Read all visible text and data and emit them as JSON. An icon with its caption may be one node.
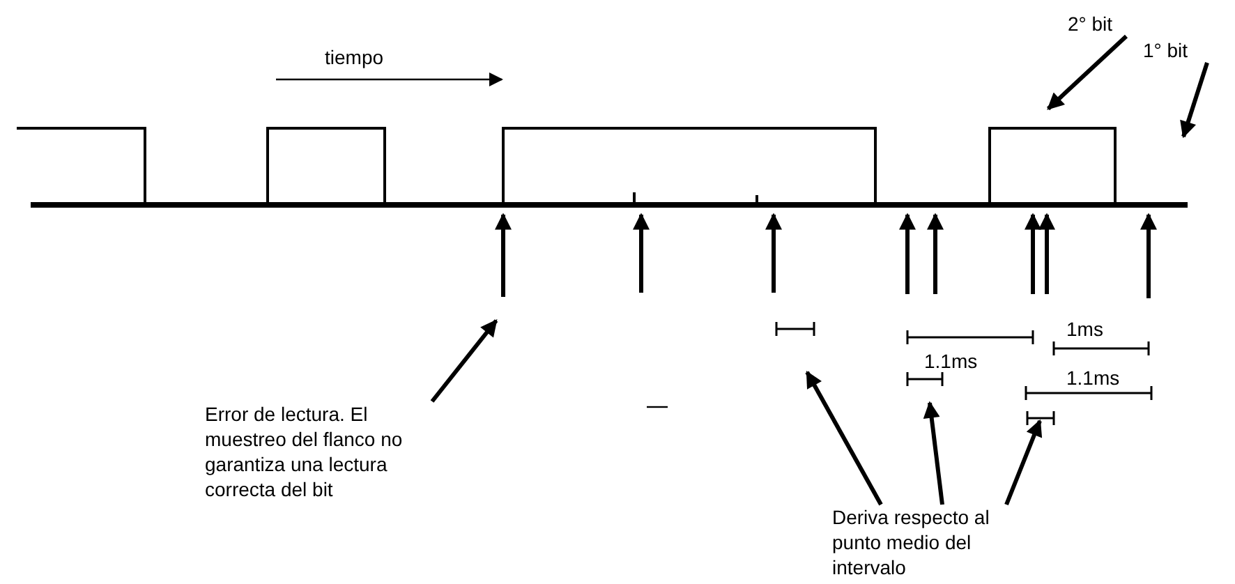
{
  "diagram": {
    "nodes": [
      {
        "text": [
          "2° bit"
        ]
      },
      {
        "text": [
          "1° bit"
        ]
      },
      {
        "text": [
          "Error de lectura. El muestreo del flanco no garantiza una lectura correcta del bit"
        ]
      },
      {
        "text": [
          "Deriva respecto al punto medio del intervalo"
        ]
      }
    ],
    "edges": [
      {
        "from": 0,
        "to": null,
        "arrow": "to"
      },
      {
        "from": 1,
        "to": null,
        "arrow": "to"
      },
      {
        "from": 2,
        "to": null,
        "arrow": "to"
      },
      {
        "from": 3,
        "to": null,
        "arrow": "to"
      },
      {
        "from": 3,
        "to": null,
        "arrow": "to"
      },
      {
        "from": 3,
        "to": null,
        "arrow": "to"
      }
    ],
    "labels": [
      "tiempo",
      "1ms",
      "1.1ms",
      "1.1ms"
    ]
  }
}
